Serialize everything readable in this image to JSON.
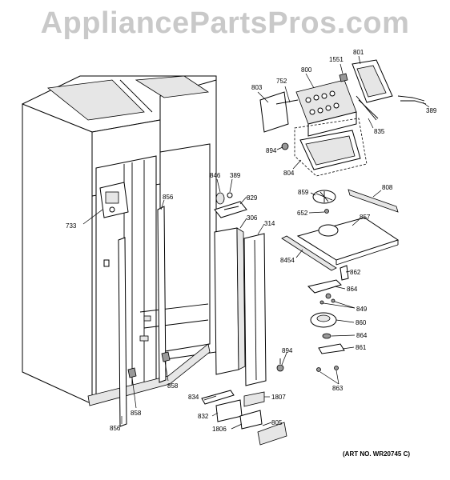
{
  "watermark": "AppliancePartsPros.com",
  "art_number": "(ART NO. WR20745 C)",
  "callouts": [
    {
      "id": "803",
      "text": "803"
    },
    {
      "id": "752",
      "text": "752"
    },
    {
      "id": "800",
      "text": "800"
    },
    {
      "id": "1551",
      "text": "1551"
    },
    {
      "id": "801",
      "text": "801"
    },
    {
      "id": "389a",
      "text": "389"
    },
    {
      "id": "835",
      "text": "835"
    },
    {
      "id": "894a",
      "text": "894"
    },
    {
      "id": "804",
      "text": "804"
    },
    {
      "id": "846",
      "text": "846"
    },
    {
      "id": "389b",
      "text": "389"
    },
    {
      "id": "829",
      "text": "829"
    },
    {
      "id": "808",
      "text": "808"
    },
    {
      "id": "859",
      "text": "859"
    },
    {
      "id": "652",
      "text": "652"
    },
    {
      "id": "857",
      "text": "857"
    },
    {
      "id": "733",
      "text": "733"
    },
    {
      "id": "856a",
      "text": "856"
    },
    {
      "id": "306",
      "text": "306"
    },
    {
      "id": "314",
      "text": "314"
    },
    {
      "id": "8454",
      "text": "8454"
    },
    {
      "id": "862",
      "text": "862"
    },
    {
      "id": "864a",
      "text": "864"
    },
    {
      "id": "849",
      "text": "849"
    },
    {
      "id": "860",
      "text": "860"
    },
    {
      "id": "864b",
      "text": "864"
    },
    {
      "id": "861",
      "text": "861"
    },
    {
      "id": "894b",
      "text": "894"
    },
    {
      "id": "863",
      "text": "863"
    },
    {
      "id": "858a",
      "text": "858"
    },
    {
      "id": "834",
      "text": "834"
    },
    {
      "id": "1807",
      "text": "1807"
    },
    {
      "id": "858b",
      "text": "858"
    },
    {
      "id": "832",
      "text": "832"
    },
    {
      "id": "805",
      "text": "805"
    },
    {
      "id": "856b",
      "text": "856"
    },
    {
      "id": "1806",
      "text": "1806"
    }
  ]
}
